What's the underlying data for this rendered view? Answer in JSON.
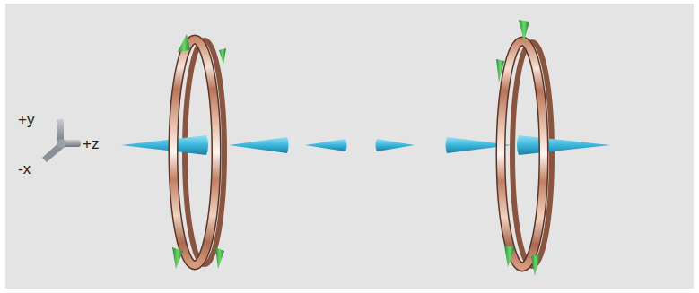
{
  "diagram": {
    "labels": [
      "+y",
      "+z",
      "-x"
    ]
  }
}
